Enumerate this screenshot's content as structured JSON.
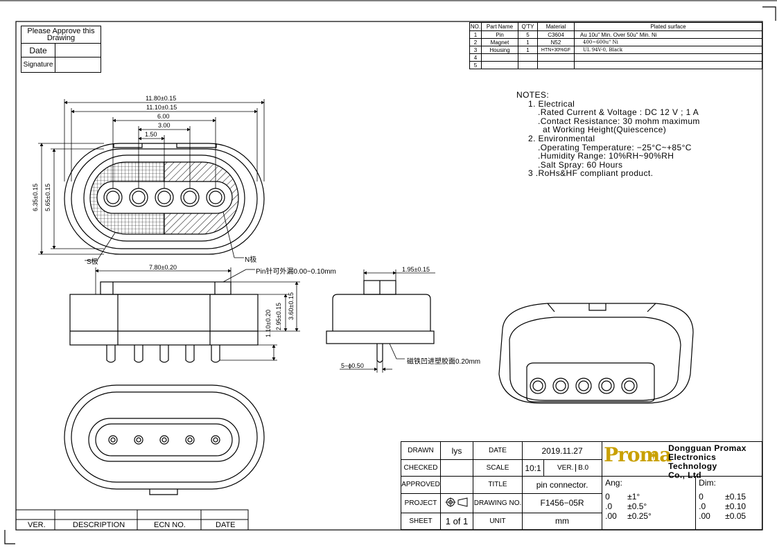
{
  "approval": {
    "title": "Please Approve this Drawing",
    "date_label": "Date",
    "signature_label": "Signature"
  },
  "bom": {
    "headers": [
      "NO.",
      "Part Name",
      "Q'TY",
      "Material",
      "Plated surface"
    ],
    "rows": [
      [
        "1",
        "Pin",
        "5",
        "C3604",
        "Au 10u\" Min. Over 50u\" Min. Ni"
      ],
      [
        "2",
        "Magnet",
        "1",
        "N52",
        "400~600u\" Ni"
      ],
      [
        "3",
        "Housing",
        "1",
        "HTN+30%GF",
        "UL 94V-0, Black"
      ],
      [
        "4",
        "",
        "",
        "",
        ""
      ],
      [
        "5",
        "",
        "",
        "",
        ""
      ]
    ]
  },
  "notes": {
    "heading": "NOTES:",
    "lines": [
      "1. Electrical",
      ".Rated Current & Voltage : DC 12 V ; 1 A",
      ".Contact Resistance: 30 mohm maximum",
      "at Working Height(Quiescence)",
      "2. Environmental",
      ".Operating Temperature: −25°C~+85°C",
      ".Humidity Range: 10%RH~90%RH",
      ".Salt Spray: 60 Hours",
      "3 .RoHs&HF compliant product."
    ]
  },
  "dimensions": {
    "overall_width": "11.80±0.15",
    "inner_width": "11.10±0.15",
    "pin_span_outer": "6.00",
    "pin_span_inner": "3.00",
    "pin_pitch": "1.50",
    "overall_height": "6.35±0.15",
    "inner_height": "5.65±0.15",
    "front_width": "7.80±0.20",
    "height_total": "3.60±0.15",
    "height_body": "2.95±0.15",
    "pin_protrusion": "1.10±0.20",
    "side_width": "1.95±0.15",
    "pin_diameter": "5−ϕ0.50"
  },
  "callouts": {
    "s_pole": "S极",
    "n_pole": "N极",
    "pin_note": "Pin针可外漏0.00~0.10mm",
    "magnet_note": "磁铁凹进塑胶面0.20mm"
  },
  "revision": {
    "headers": [
      "VER.",
      "DESCRIPTION",
      "ECN NO.",
      "DATE"
    ]
  },
  "title_block": {
    "drawn_label": "DRAWN",
    "drawn_value": "lys",
    "date_label": "DATE",
    "date_value": "2019.11.27",
    "checked_label": "CHECKED",
    "scale_label": "SCALE",
    "scale_value": "10:1",
    "ver_label": "VER.",
    "ver_value": "B.0",
    "approved_label": "APPROVED",
    "title_label": "TITLE",
    "title_value": "pin connector.",
    "project_label": "PROJECT",
    "drawing_no_label": "DRAWING NO.",
    "drawing_no_value": "F1456−05R",
    "sheet_label": "SHEET",
    "sheet_value": "1",
    "sheet_of": "of",
    "sheet_total": "1",
    "unit_label": "UNIT",
    "unit_value": "mm",
    "company_logo": "Proma",
    "company_name_1": "Dongguan Promax",
    "company_name_2": "Electronics Technology",
    "company_name_3": "Co., Ltd",
    "ang_label": "Ang:",
    "dim_label": "Dim:",
    "ang": [
      [
        "0",
        "±1°"
      ],
      [
        ".0",
        "±0.5°"
      ],
      [
        ".00",
        "±0.25°"
      ]
    ],
    "dim": [
      [
        "0",
        "±0.15"
      ],
      [
        ".0",
        "±0.10"
      ],
      [
        ".00",
        "±0.05"
      ]
    ]
  }
}
